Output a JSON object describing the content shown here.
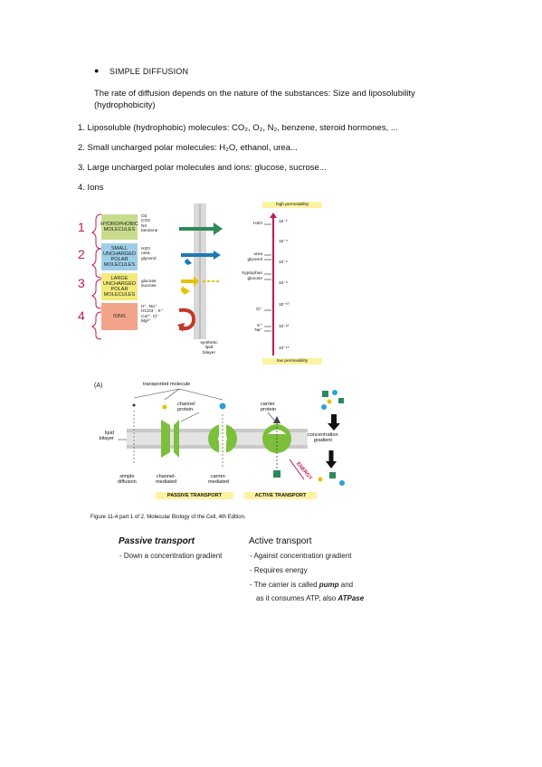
{
  "section": {
    "bullet": "●",
    "title": "SIMPLE DIFFUSION",
    "intro_line1": "The rate of diffusion depends on the nature of the substances: Size and liposolubility",
    "intro_line2": "(hydrophobicity)"
  },
  "list": [
    "1. Liposoluble (hydrophobic) molecules: CO₂, O₂, N₂, benzene, steroid hormones, ...",
    "2. Small uncharged polar molecules: H₂O, ethanol, urea...",
    "3. Large uncharged polar molecules and ions: glucose, sucrose...",
    "4. Ions"
  ],
  "fig1": {
    "numbers": [
      "1",
      "2",
      "3",
      "4"
    ],
    "boxes": [
      {
        "label": "HYDROPHOBIC MOLECULES",
        "molecules": [
          "O2",
          "CO2",
          "N2",
          "benzene"
        ],
        "color": "#c9dc8c"
      },
      {
        "label": "SMALL UNCHARGED POLAR MOLECULES",
        "molecules": [
          "H2O",
          "urea",
          "glycerol"
        ],
        "color": "#9ecfe8"
      },
      {
        "label": "LARGE UNCHARGED POLAR MOLECULES",
        "molecules": [
          "glucose",
          "sucrose"
        ],
        "color": "#f4ea7a"
      },
      {
        "label": "IONS",
        "molecules": [
          "H⁺, Na⁺",
          "HCO3⁻, K⁺",
          "Ca²⁺, Cl⁻",
          "Mg²⁺"
        ],
        "color": "#f2a48a"
      }
    ],
    "bilayer_label": [
      "synthetic",
      "lipid",
      "bilayer"
    ],
    "scale": {
      "top_label": "high permeability",
      "bottom_label": "low permeability",
      "ticks": [
        "10⁻²",
        "10⁻⁴",
        "10⁻⁶",
        "10⁻⁸",
        "10⁻¹⁰",
        "10⁻¹²",
        "10⁻¹⁴"
      ],
      "markers": [
        "H2O",
        "urea",
        "glycerol",
        "tryptophan",
        "glucose",
        "Cl⁻",
        "K⁺",
        "Na⁺"
      ]
    },
    "colors": {
      "accent": "#c2185b",
      "highlight": "#fbf3a0",
      "arrow_green": "#2e8b57",
      "arrow_blue": "#1f78b4",
      "arrow_yellow": "#e6c200",
      "arrow_red": "#c0392b"
    }
  },
  "fig2": {
    "panel": "(A)",
    "transported": "transported molecule",
    "channel": [
      "channel",
      "protein"
    ],
    "carrier": [
      "carrier",
      "protein"
    ],
    "lipid": [
      "lipid",
      "bilayer"
    ],
    "gradient": [
      "concentration",
      "gradient"
    ],
    "energy": "ENERGY",
    "bottom": [
      [
        "simple",
        "diffusion"
      ],
      [
        "channel-",
        "mediated"
      ],
      [
        "carrier-",
        "mediated"
      ]
    ],
    "passive": "PASSIVE TRANSPORT",
    "active": "ACTIVE TRANSPORT",
    "caption": "Figure 11-4 part 1 of 2. Molecular Biology of the Cell, 4th Edition."
  },
  "table": {
    "passive_title": "Passive transport",
    "passive_items": [
      "- Down a concentration gradient"
    ],
    "active_title": "Active transport",
    "active_items": [
      "- Against concentration gradient",
      "- Requires energy"
    ],
    "active_line3_prefix": "- The carrier is called ",
    "active_line3_em": "pump",
    "active_line3_suffix": " and",
    "active_line4_prefix": "as it consumes ATP, also ",
    "active_line4_em": "ATPase"
  }
}
